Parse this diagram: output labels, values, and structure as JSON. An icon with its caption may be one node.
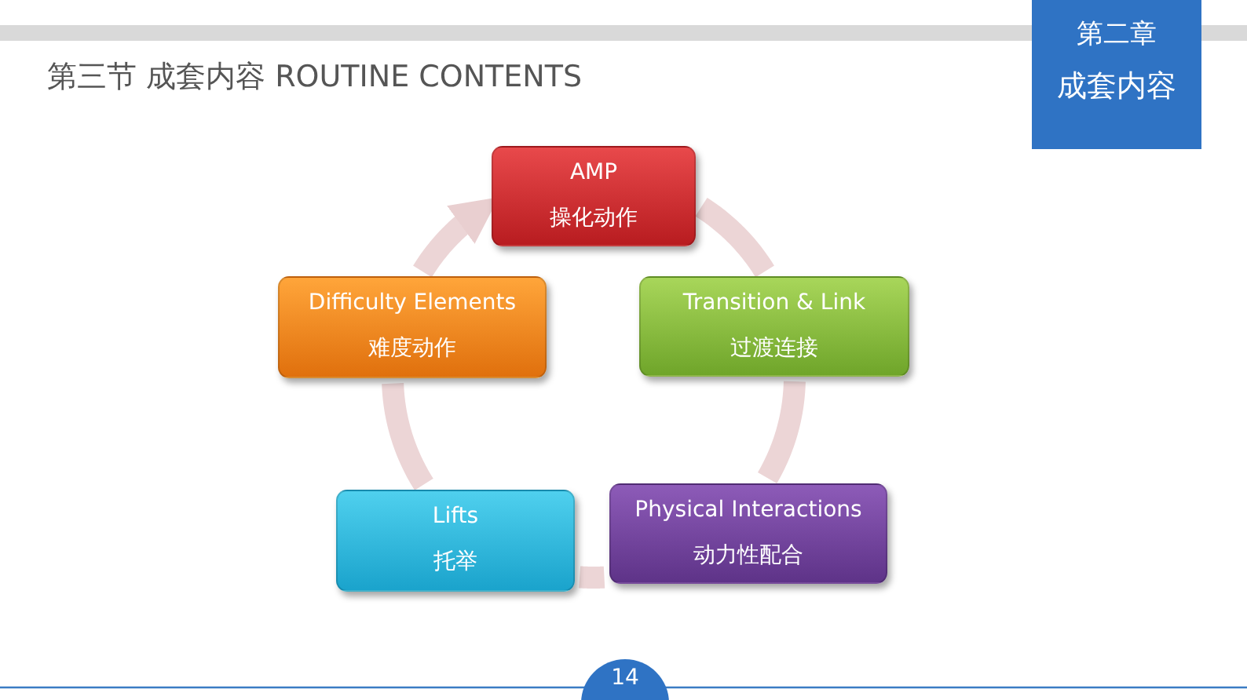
{
  "diagram": {
    "title": "第三节 成套内容 ROUTINE CONTENTS",
    "nodes": [
      {
        "text": [
          "第二章",
          "成套内容"
        ]
      },
      {
        "text": [
          "AMP",
          "操化动作"
        ]
      },
      {
        "text": [
          "Difficulty Elements",
          "难度动作"
        ]
      },
      {
        "text": [
          "Transition & Link",
          "过渡连接"
        ]
      },
      {
        "text": [
          "Lifts",
          "托举"
        ]
      },
      {
        "text": [
          "Physical Interactions",
          "动力性配合"
        ]
      },
      {
        "text": [
          "14"
        ]
      }
    ],
    "edges": [
      {
        "from": 1,
        "to": 3,
        "arrow": "none"
      },
      {
        "from": 3,
        "to": 5,
        "arrow": "none"
      },
      {
        "from": 5,
        "to": 4,
        "arrow": "none"
      },
      {
        "from": 4,
        "to": 2,
        "arrow": "none"
      },
      {
        "from": 2,
        "to": 1,
        "arrow": "to"
      }
    ]
  }
}
